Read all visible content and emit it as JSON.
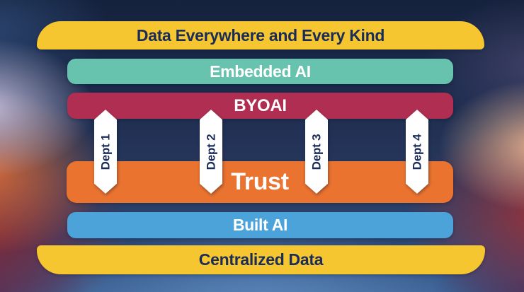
{
  "diagram": {
    "title": "AI layers diagram",
    "navy": "#1b2c58",
    "white": "#ffffff",
    "layers": [
      {
        "id": "data-everywhere",
        "label": "Data Everywhere and Every Kind",
        "bg": "#f5c62f",
        "fg": "#1b2c58"
      },
      {
        "id": "embedded-ai",
        "label": "Embedded AI",
        "bg": "#68c3ae",
        "fg": "#ffffff"
      },
      {
        "id": "byoai",
        "label": "BYOAI",
        "bg": "#b02e52",
        "fg": "#ffffff"
      },
      {
        "id": "trust",
        "label": "Trust",
        "bg": "#ea732f",
        "fg": "#ffffff"
      },
      {
        "id": "built-ai",
        "label": "Built AI",
        "bg": "#4ba3d9",
        "fg": "#ffffff"
      },
      {
        "id": "centralized-data",
        "label": "Centralized Data",
        "bg": "#f5c62f",
        "fg": "#1b2c58"
      }
    ],
    "arrows": [
      {
        "label": "Dept 1",
        "fg": "#1b2c58"
      },
      {
        "label": "Dept 2",
        "fg": "#1b2c58"
      },
      {
        "label": "Dept 3",
        "fg": "#1b2c58"
      },
      {
        "label": "Dept 4",
        "fg": "#1b2c58"
      }
    ]
  }
}
